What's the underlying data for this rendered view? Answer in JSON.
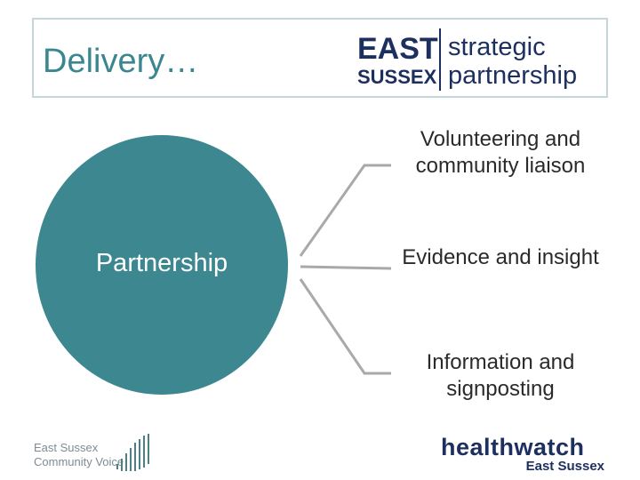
{
  "header": {
    "title": "Delivery…",
    "logo": {
      "east": "EAST",
      "sussex": "SUSSEX",
      "strategic": "strategic",
      "partnership": "partnership"
    }
  },
  "diagram": {
    "center_label": "Partnership",
    "nodes": [
      {
        "label": "Volunteering and community liaison"
      },
      {
        "label": "Evidence and insight"
      },
      {
        "label": "Information and signposting"
      }
    ]
  },
  "footer": {
    "community_voice": {
      "line1": "East Sussex",
      "line2": "Community Voice"
    },
    "healthwatch": {
      "main": "healthwatch",
      "sub": "East Sussex"
    }
  },
  "colors": {
    "accent": "#3d8790",
    "navy": "#1d2f5e",
    "connector": "#a9a9a9",
    "heart_red": "#e63b5e"
  }
}
